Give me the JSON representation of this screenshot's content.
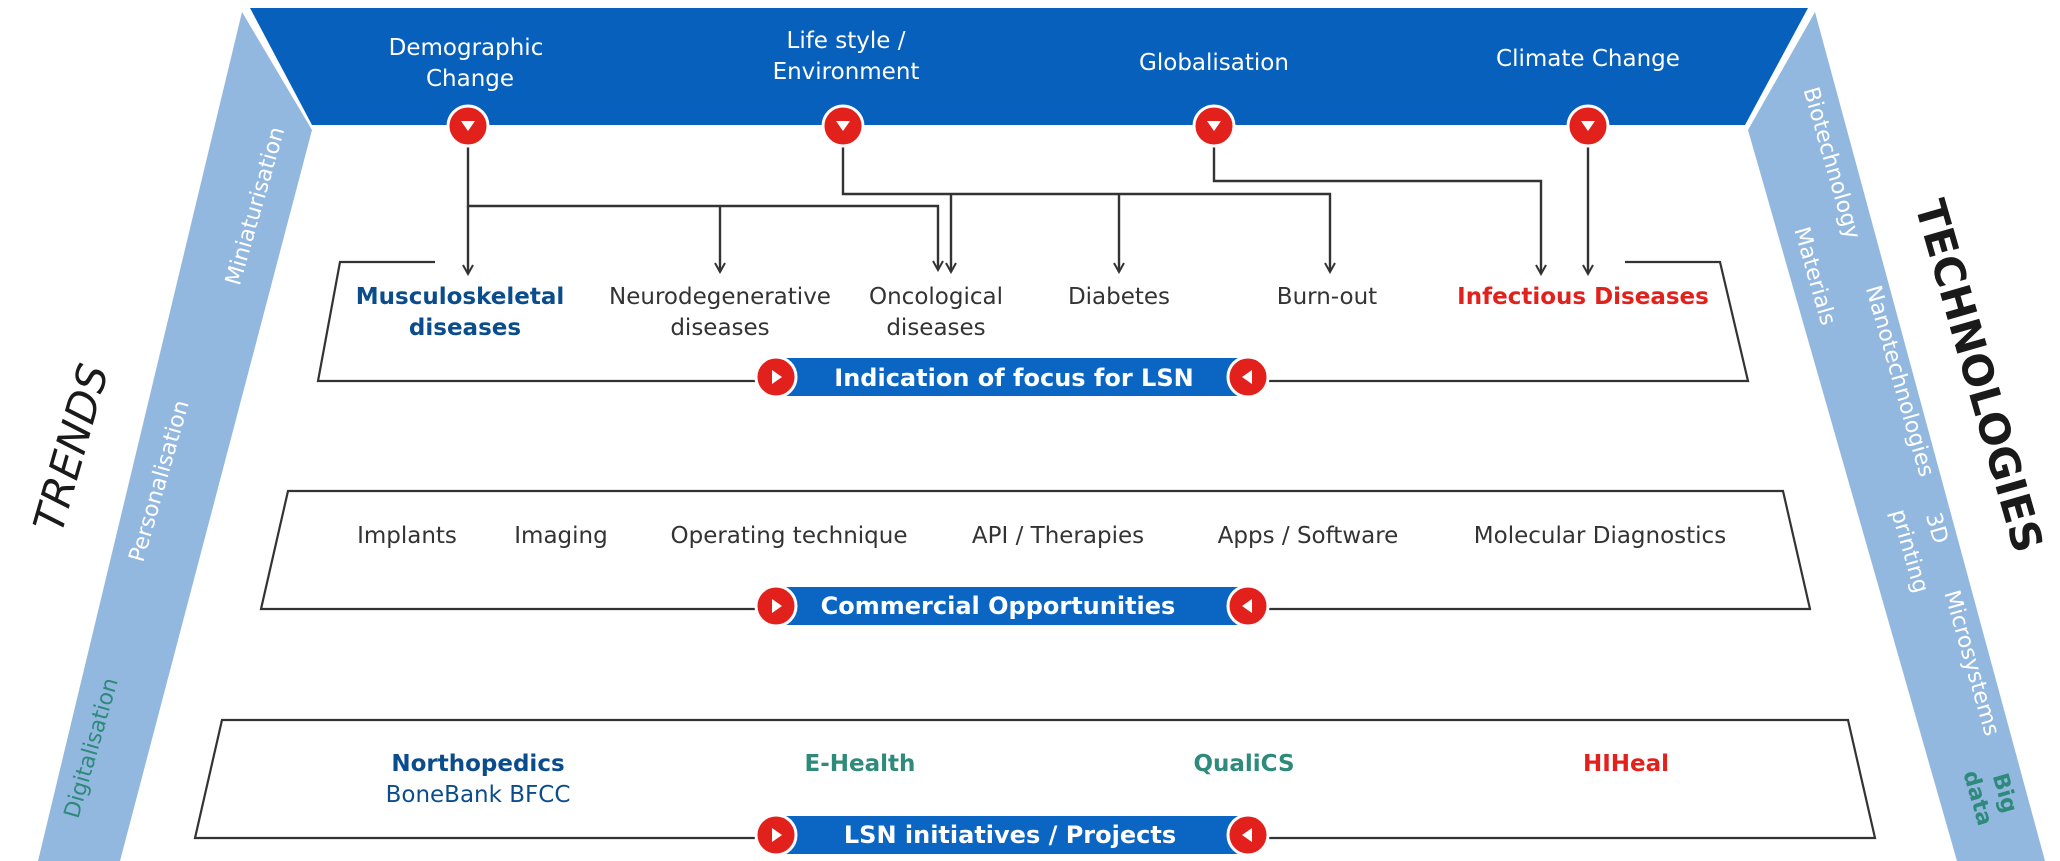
{
  "trends": {
    "heading": "TRENDS",
    "items": [
      "Miniaturisation",
      "Personalisation",
      "Digitalisation"
    ]
  },
  "technologies": {
    "heading": "TECHNOLOGIES",
    "items": [
      "Biotechnology",
      "Materials",
      "Nanotechnologies",
      "3D",
      "printing",
      "Microsystems",
      "Big",
      "data"
    ]
  },
  "drivers": [
    {
      "line1": "Demographic",
      "line2": "Change"
    },
    {
      "line1": "Life style /",
      "line2": "Environment"
    },
    {
      "line1": "Globalisation",
      "line2": ""
    },
    {
      "line1": "Climate Change",
      "line2": ""
    }
  ],
  "diseases": [
    {
      "line1": "Musculoskeletal",
      "line2": "diseases"
    },
    {
      "line1": "Neurodegenerative",
      "line2": "diseases"
    },
    {
      "line1": "Oncological",
      "line2": "diseases"
    },
    {
      "line1": "Diabetes",
      "line2": ""
    },
    {
      "line1": "Burn-out",
      "line2": ""
    },
    {
      "line1": "Infectious Diseases",
      "line2": ""
    }
  ],
  "focus_band": {
    "label": "Indication of focus for LSN"
  },
  "opportunities": {
    "items": [
      "Implants",
      "Imaging",
      "Operating technique",
      "API / Therapies",
      "Apps / Software",
      "Molecular Diagnostics"
    ],
    "band_label": "Commercial Opportunities"
  },
  "initiatives": {
    "items": [
      {
        "line1": "Northopedics",
        "line2": "BoneBank BFCC"
      },
      {
        "line1": "E-Health",
        "line2": ""
      },
      {
        "line1": "QualiCS",
        "line2": ""
      },
      {
        "line1": "HIHeal",
        "line2": ""
      }
    ],
    "band_label": "LSN initiatives / Projects"
  },
  "colors": {
    "top_banner": "#0760bb",
    "side_bars": "#93b8e0",
    "band": "#0a66c2",
    "marker": "#e3211c",
    "highlight_blue": "#0b4d8c",
    "highlight_teal": "#2e8a7a",
    "highlight_red": "#e3211c"
  }
}
